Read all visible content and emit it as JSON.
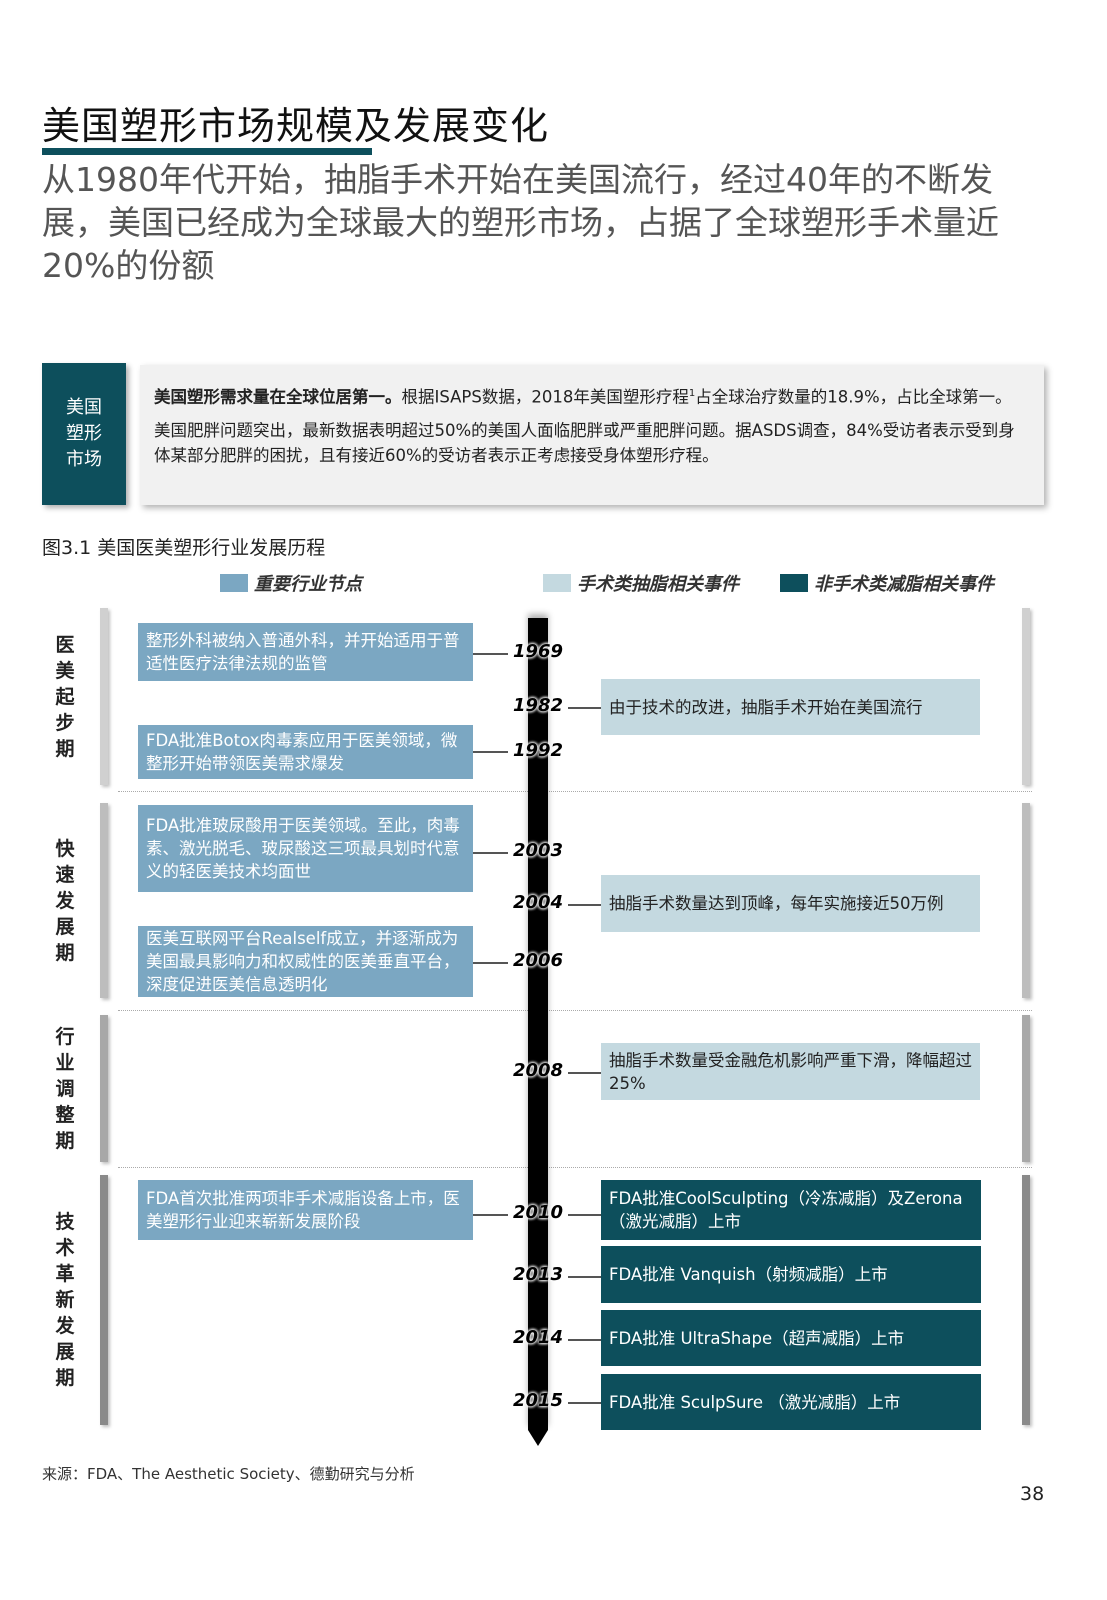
{
  "title": "美国塑形市场规模及发展变化",
  "subtitle": "从1980年代开始，抽脂手术开始在美国流行，经过40年的不断发展，美国已经成为全球最大的塑形市场，占据了全球塑形手术量近20%的份额",
  "tag": "美国塑形市场",
  "info": {
    "p1_bold": "美国塑形需求量在全球位居第一。",
    "p1_rest": "根据ISAPS数据，2018年美国塑形疗程",
    "p1_sup": "1",
    "p1_end": "占全球治疗数量的18.9%，占比全球第一。",
    "p2": "美国肥胖问题突出，最新数据表明超过50%的美国人面临肥胖或严重肥胖问题。据ASDS调查，84%受访者表示受到身体某部分肥胖的困扰，且有接近60%的受访者表示正考虑接受身体塑形疗程。"
  },
  "figure_title": "图3.1 美国医美塑形行业发展历程",
  "legend": [
    {
      "label": "重要行业节点",
      "color": "#7ba7c2"
    },
    {
      "label": "手术类抽脂相关事件",
      "color": "#c4d9e0"
    },
    {
      "label": "非手术类减脂相关事件",
      "color": "#0d4f5c"
    }
  ],
  "phases": [
    "医美起步期",
    "快速发展期",
    "行业调整期",
    "技术革新发展期"
  ],
  "events": {
    "e1969": {
      "year": "1969",
      "text": "整形外科被纳入普通外科，并开始适用于普适性医疗法律法规的监管"
    },
    "e1982": {
      "year": "1982",
      "text": "由于技术的改进，抽脂手术开始在美国流行"
    },
    "e1992": {
      "year": "1992",
      "text": "FDA批准Botox肉毒素应用于医美领域，微整形开始带领医美需求爆发"
    },
    "e2003": {
      "year": "2003",
      "text": "FDA批准玻尿酸用于医美领域。至此，肉毒素、激光脱毛、玻尿酸这三项最具划时代意义的轻医美技术均面世"
    },
    "e2004": {
      "year": "2004",
      "text": "抽脂手术数量达到顶峰，每年实施接近50万例"
    },
    "e2006": {
      "year": "2006",
      "text": "医美互联网平台Realself成立，并逐渐成为美国最具影响力和权威性的医美垂直平台，深度促进医美信息透明化"
    },
    "e2008": {
      "year": "2008",
      "text": "抽脂手术数量受金融危机影响严重下滑，降幅超过25%"
    },
    "e2010a": {
      "year": "2010",
      "text": "FDA首次批准两项非手术减脂设备上市，医美塑形行业迎来崭新发展阶段"
    },
    "e2010b": {
      "text": "FDA批准CoolSculpting（冷冻减脂）及Zerona（激光减脂）上市"
    },
    "e2013": {
      "year": "2013",
      "text": "FDA批准 Vanquish（射频减脂）上市"
    },
    "e2014": {
      "year": "2014",
      "text": "FDA批准 UltraShape（超声减脂）上市"
    },
    "e2015": {
      "year": "2015",
      "text": "FDA批准 SculpSure （激光减脂）上市"
    }
  },
  "source": "来源：FDA、The Aesthetic Society、德勤研究与分析",
  "page_number": "38"
}
